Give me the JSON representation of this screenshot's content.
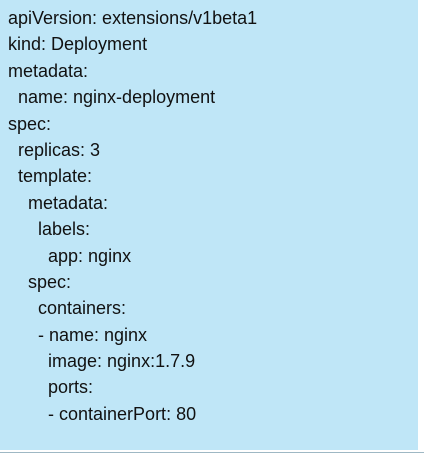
{
  "yaml": {
    "lines": [
      "apiVersion: extensions/v1beta1",
      "kind: Deployment",
      "metadata:",
      "  name: nginx-deployment",
      "spec:",
      "  replicas: 3",
      "  template:",
      "    metadata:",
      "      labels:",
      "        app: nginx",
      "    spec:",
      "      containers:",
      "      - name: nginx",
      "        image: nginx:1.7.9",
      "        ports:",
      "        - containerPort: 80"
    ]
  },
  "colors": {
    "panel_background": "#bfe6f7",
    "text": "#111111"
  }
}
